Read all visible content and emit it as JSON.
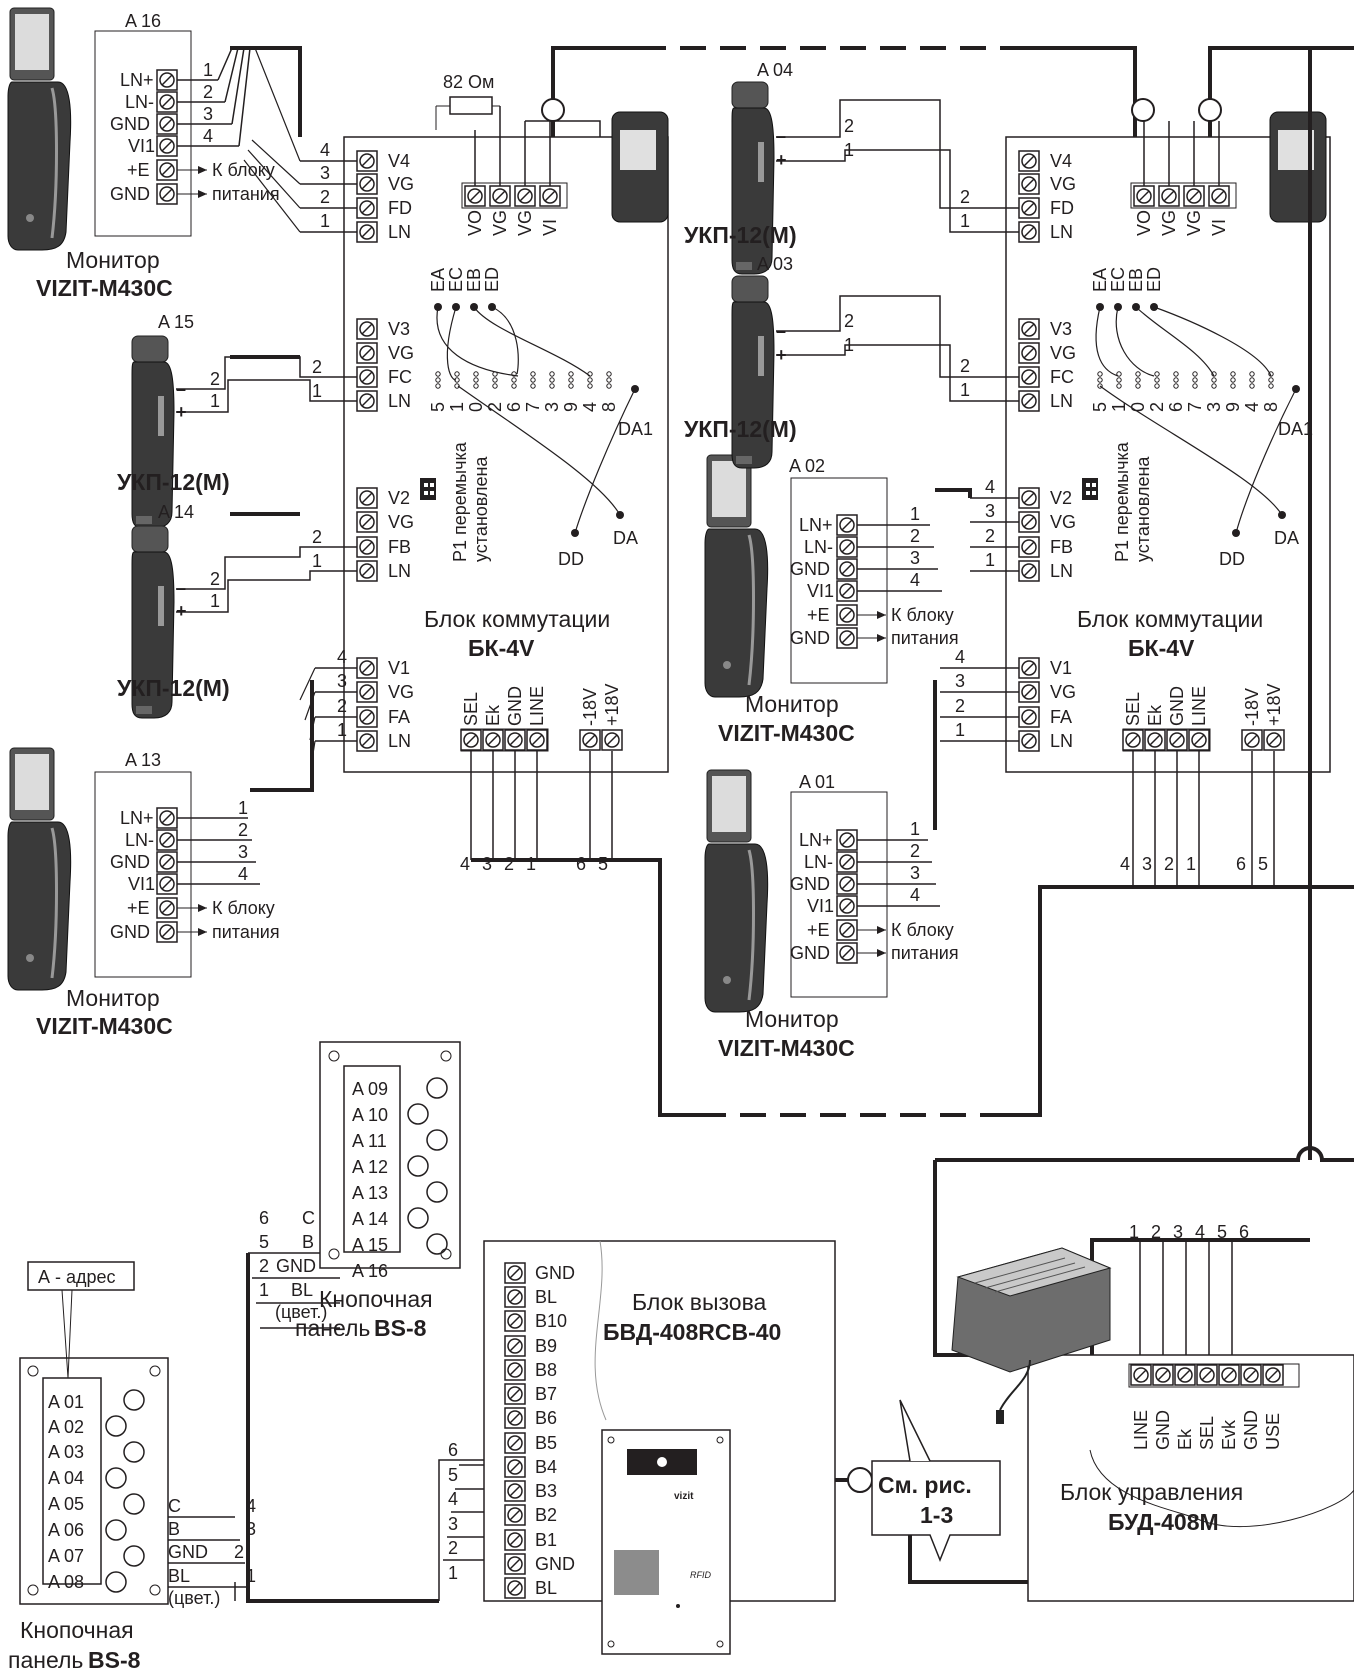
{
  "switch_unit": {
    "label": "Блок коммутации",
    "model": "БК-4V",
    "addr_pins": [
      "5",
      "1",
      "0",
      "2",
      "6",
      "7",
      "3",
      "9",
      "4",
      "8"
    ]
  },
  "monitor": {
    "label": "Монитор",
    "model": "VIZIT-M430C",
    "to_psu_1": "К блоку",
    "to_psu_2": "питания"
  },
  "handset": {
    "model": "УКП-12(М)"
  },
  "resistor": "82 Ом",
  "jumper_line1": "P1 перемычка",
  "jumper_line2": "установлена",
  "address_label": "А - адрес",
  "panel": {
    "label": "Кнопочная",
    "prefix": "панель",
    "model": "BS-8",
    "color_note": "(цвет.)"
  },
  "call_block": {
    "label": "Блок вызова",
    "model": "БВД-408RCB-40",
    "brand": "vizit",
    "rfid": "RFID"
  },
  "control_unit": {
    "label": "Блок управления",
    "model": "БУД-408М"
  },
  "see_figure_1": "См. рис.",
  "see_figure_2": "1-3",
  "addresses": {
    "a01": "A 01",
    "a02": "A 02",
    "a03": "A 03",
    "a04": "A 04",
    "a05": "A 05",
    "a06": "A 06",
    "a07": "A 07",
    "a08": "A 08",
    "a09": "A 09",
    "a10": "A 10",
    "a11": "A 11",
    "a12": "A 12",
    "a13": "A 13",
    "a14": "A 14",
    "a15": "A 15",
    "a16": "A 16"
  },
  "terms": {
    "v1": "V1",
    "v2": "V2",
    "v3": "V3",
    "v4": "V4",
    "vg": "VG",
    "fa": "FA",
    "fb": "FB",
    "fc": "FC",
    "fd": "FD",
    "ln": "LN",
    "vo": "VO",
    "vi": "VI",
    "ea": "EA",
    "ec": "EC",
    "eb": "EB",
    "ed": "ED",
    "da1": "DA1",
    "da": "DA",
    "dd": "DD",
    "sel": "SEL",
    "ek": "Ek",
    "gnd": "GND",
    "line": "LINE",
    "m18v": "-18V",
    "p18v": "+18V",
    "lnp": "LN+",
    "lnm": "LN-",
    "vi1": "VI1",
    "pe": "+E",
    "evk": "Evk",
    "use": "USE",
    "bl": "BL",
    "c": "C",
    "b": "B",
    "b10": "B10",
    "b9": "B9",
    "b8": "B8",
    "b7": "B7",
    "b6": "B6",
    "b5": "B5",
    "b4": "B4",
    "b3": "B3",
    "b2": "B2",
    "b1": "B1"
  }
}
